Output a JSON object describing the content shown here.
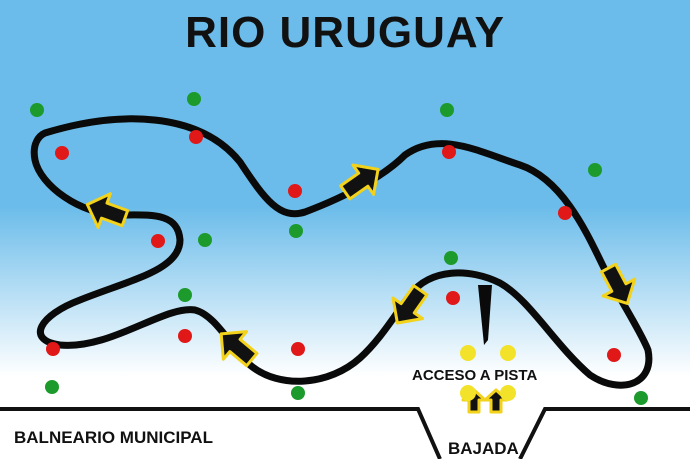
{
  "map": {
    "title": "RIO URUGUAY",
    "labels": {
      "access": "ACCESO A PISTA",
      "beach": "BALNEARIO MUNICIPAL",
      "descent": "BAJADA"
    },
    "colors": {
      "water_top": "#6bbcea",
      "water_bottom": "#ffffff",
      "track": "#0a0a0a",
      "arrow_fill": "#111111",
      "arrow_outline": "#f2d21a",
      "marker_red": "#e01818",
      "marker_green": "#1c9a2c",
      "marker_yellow": "#f2e22a",
      "shore_line": "#111111"
    },
    "legend_markers": [
      "red-buoy",
      "green-buoy",
      "yellow-buoy"
    ],
    "direction_arrows": [
      "arrow-up-right",
      "arrow-down-right",
      "arrow-down-left",
      "arrow-left-up",
      "arrow-up-left",
      "arrow-up-a",
      "arrow-up-b"
    ]
  }
}
